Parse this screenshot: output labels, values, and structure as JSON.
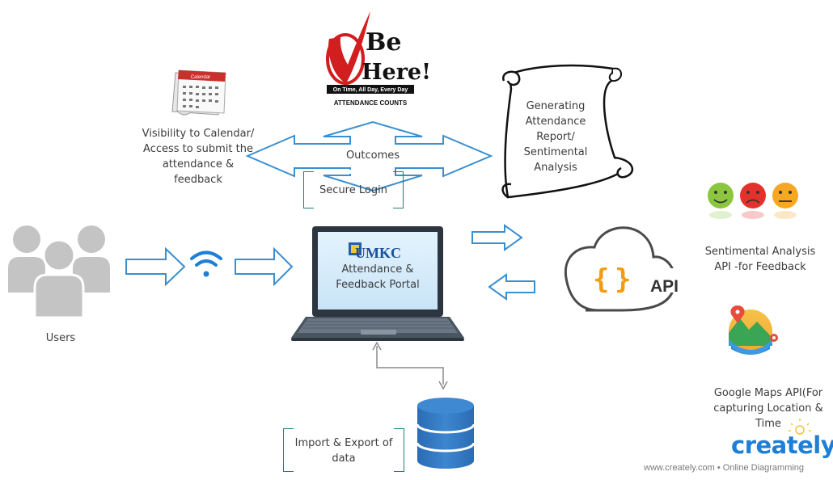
{
  "logos": {
    "be_here": {
      "line1": "Be",
      "line2": "Here!",
      "strip": "On Time, All Day, Every Day",
      "caption": "ATTENDANCE COUNTS"
    },
    "umkc": "UMKC",
    "calendar_header": "Calendar",
    "api_badge": "API",
    "creately": {
      "brand": "creately",
      "footer": "www.creately.com • Online Diagramming"
    }
  },
  "labels": {
    "calendar": "Visibility to Calendar/ Access to submit the attendance & feedback",
    "outcomes": "Outcomes",
    "report": "Generating Attendance Report/ Sentimental Analysis",
    "secure_login": "Secure Login",
    "portal": "Attendance & Feedback Portal",
    "users": "Users",
    "sentiment_api": "Sentimental Analysis API -for Feedback",
    "maps_api": "Google Maps API(For capturing Location & Time",
    "import_export": "Import & Export of data"
  },
  "colors": {
    "arrow_stroke": "#3a8fd0",
    "bracket": "#1f7f73",
    "db_blue": "#2f76c2",
    "users_gray": "#c4c4c4",
    "laptop_dark": "#3d4752",
    "screen": "#dbeefb",
    "brace_orange": "#f39c12",
    "creately_blue": "#1e7fd6"
  },
  "icons": [
    "be-here-logo-icon",
    "calendar-icon",
    "scroll-icon",
    "users-icon",
    "wifi-icon",
    "laptop-icon",
    "cloud-api-icon",
    "smileys-icon",
    "maps-icon",
    "database-icon",
    "lightbulb-icon"
  ]
}
